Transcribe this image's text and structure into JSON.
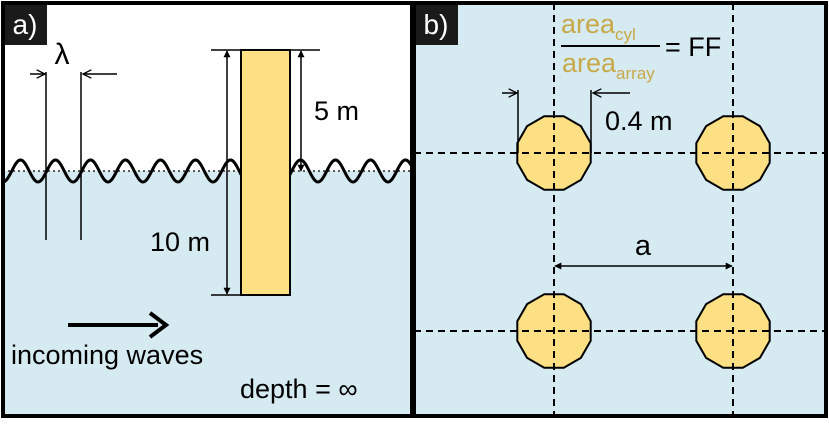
{
  "colors": {
    "water": "#d6eaf2",
    "sky": "#ffffff",
    "cylinder": "#fde083",
    "frame": "#000000",
    "area_text": "#c8a848",
    "panel_label_bg": "#1a1a1a",
    "panel_label_text": "#ffffff"
  },
  "panel_a": {
    "label": "a)",
    "lambda_label": "λ",
    "height_above_label": "5 m",
    "depth_below_label": "10 m",
    "arrow_label": "incoming waves",
    "depth_label": "depth = ∞"
  },
  "panel_b": {
    "label": "b)",
    "fraction_numerator": "area",
    "fraction_numerator_sub": "cyl",
    "fraction_denominator": "area",
    "fraction_denominator_sub": "array",
    "fraction_result": "= FF",
    "diameter_label": "0.4 m",
    "spacing_label": "a"
  }
}
